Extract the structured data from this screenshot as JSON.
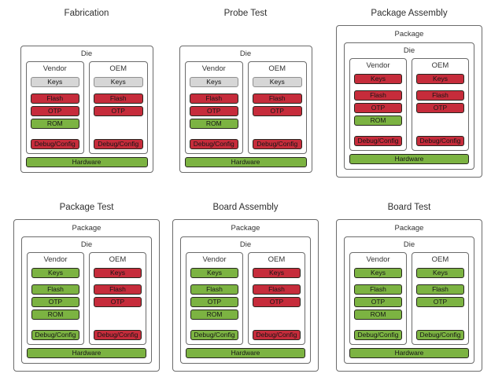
{
  "colors": {
    "red": "#c62c3b",
    "green": "#7cb342",
    "gray": "#d6d6d6"
  },
  "stages": [
    {
      "title": "Fabrication",
      "package_label": null,
      "die_label": "Die",
      "columns": [
        {
          "label": "Vendor",
          "chips": [
            {
              "label": "Keys",
              "state": "gray"
            },
            {
              "label": "Flash",
              "state": "red"
            },
            {
              "label": "OTP",
              "state": "red"
            },
            {
              "label": "ROM",
              "state": "green"
            },
            {
              "label": "Debug/Config",
              "state": "red"
            }
          ]
        },
        {
          "label": "OEM",
          "chips": [
            {
              "label": "Keys",
              "state": "gray"
            },
            {
              "label": "Flash",
              "state": "red"
            },
            {
              "label": "OTP",
              "state": "red"
            },
            {
              "label": "Debug/Config",
              "state": "red"
            }
          ]
        }
      ],
      "hardware": {
        "label": "Hardware",
        "state": "green"
      }
    },
    {
      "title": "Probe Test",
      "package_label": null,
      "die_label": "Die",
      "columns": [
        {
          "label": "Vendor",
          "chips": [
            {
              "label": "Keys",
              "state": "gray"
            },
            {
              "label": "Flash",
              "state": "red"
            },
            {
              "label": "OTP",
              "state": "red"
            },
            {
              "label": "ROM",
              "state": "green"
            },
            {
              "label": "Debug/Config",
              "state": "red"
            }
          ]
        },
        {
          "label": "OEM",
          "chips": [
            {
              "label": "Keys",
              "state": "gray"
            },
            {
              "label": "Flash",
              "state": "red"
            },
            {
              "label": "OTP",
              "state": "red"
            },
            {
              "label": "Debug/Config",
              "state": "red"
            }
          ]
        }
      ],
      "hardware": {
        "label": "Hardware",
        "state": "green"
      }
    },
    {
      "title": "Package Assembly",
      "package_label": "Package",
      "die_label": "Die",
      "columns": [
        {
          "label": "Vendor",
          "chips": [
            {
              "label": "Keys",
              "state": "red"
            },
            {
              "label": "Flash",
              "state": "red"
            },
            {
              "label": "OTP",
              "state": "red"
            },
            {
              "label": "ROM",
              "state": "green"
            },
            {
              "label": "Debug/Config",
              "state": "red"
            }
          ]
        },
        {
          "label": "OEM",
          "chips": [
            {
              "label": "Keys",
              "state": "red"
            },
            {
              "label": "Flash",
              "state": "red"
            },
            {
              "label": "OTP",
              "state": "red"
            },
            {
              "label": "Debug/Config",
              "state": "red"
            }
          ]
        }
      ],
      "hardware": {
        "label": "Hardware",
        "state": "green"
      }
    },
    {
      "title": "Package Test",
      "package_label": "Package",
      "die_label": "Die",
      "columns": [
        {
          "label": "Vendor",
          "chips": [
            {
              "label": "Keys",
              "state": "green"
            },
            {
              "label": "Flash",
              "state": "green"
            },
            {
              "label": "OTP",
              "state": "green"
            },
            {
              "label": "ROM",
              "state": "green"
            },
            {
              "label": "Debug/Config",
              "state": "green"
            }
          ]
        },
        {
          "label": "OEM",
          "chips": [
            {
              "label": "Keys",
              "state": "red"
            },
            {
              "label": "Flash",
              "state": "red"
            },
            {
              "label": "OTP",
              "state": "red"
            },
            {
              "label": "Debug/Config",
              "state": "red"
            }
          ]
        }
      ],
      "hardware": {
        "label": "Hardware",
        "state": "green"
      }
    },
    {
      "title": "Board Assembly",
      "package_label": "Package",
      "die_label": "Die",
      "columns": [
        {
          "label": "Vendor",
          "chips": [
            {
              "label": "Keys",
              "state": "green"
            },
            {
              "label": "Flash",
              "state": "green"
            },
            {
              "label": "OTP",
              "state": "green"
            },
            {
              "label": "ROM",
              "state": "green"
            },
            {
              "label": "Debug/Config",
              "state": "green"
            }
          ]
        },
        {
          "label": "OEM",
          "chips": [
            {
              "label": "Keys",
              "state": "red"
            },
            {
              "label": "Flash",
              "state": "red"
            },
            {
              "label": "OTP",
              "state": "red"
            },
            {
              "label": "Debug/Config",
              "state": "red"
            }
          ]
        }
      ],
      "hardware": {
        "label": "Hardware",
        "state": "green"
      }
    },
    {
      "title": "Board Test",
      "package_label": "Package",
      "die_label": "Die",
      "columns": [
        {
          "label": "Vendor",
          "chips": [
            {
              "label": "Keys",
              "state": "green"
            },
            {
              "label": "Flash",
              "state": "green"
            },
            {
              "label": "OTP",
              "state": "green"
            },
            {
              "label": "ROM",
              "state": "green"
            },
            {
              "label": "Debug/Config",
              "state": "green"
            }
          ]
        },
        {
          "label": "OEM",
          "chips": [
            {
              "label": "Keys",
              "state": "green"
            },
            {
              "label": "Flash",
              "state": "green"
            },
            {
              "label": "OTP",
              "state": "green"
            },
            {
              "label": "Debug/Config",
              "state": "green"
            }
          ]
        }
      ],
      "hardware": {
        "label": "Hardware",
        "state": "green"
      }
    }
  ]
}
